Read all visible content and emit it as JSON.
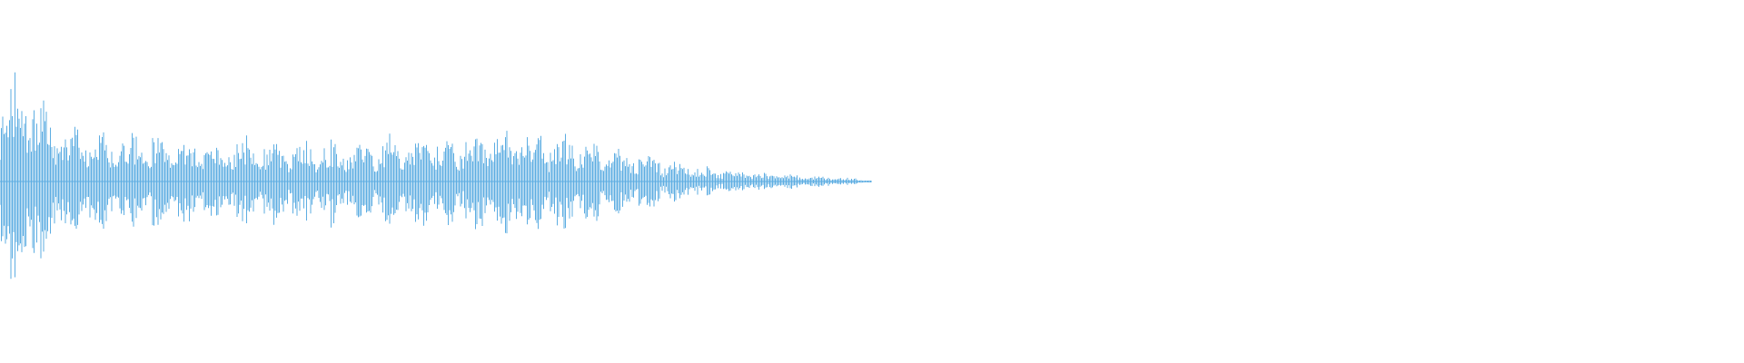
{
  "waveform": {
    "color": "#5DADE2",
    "background": "#FFFFFF",
    "envelope": [
      [
        0.0,
        0.92
      ],
      [
        0.004,
        0.96
      ],
      [
        0.01,
        0.99
      ],
      [
        0.016,
        0.93
      ],
      [
        0.022,
        0.78
      ],
      [
        0.03,
        0.55
      ],
      [
        0.045,
        0.48
      ],
      [
        0.07,
        0.42
      ],
      [
        0.1,
        0.4
      ],
      [
        0.14,
        0.38
      ],
      [
        0.17,
        0.36
      ],
      [
        0.2,
        0.38
      ],
      [
        0.24,
        0.4
      ],
      [
        0.28,
        0.45
      ],
      [
        0.3,
        0.47
      ],
      [
        0.33,
        0.4
      ],
      [
        0.36,
        0.3
      ],
      [
        0.38,
        0.2
      ],
      [
        0.4,
        0.14
      ],
      [
        0.42,
        0.1
      ],
      [
        0.44,
        0.08
      ],
      [
        0.47,
        0.05
      ],
      [
        0.49,
        0.03
      ],
      [
        0.5,
        0.0
      ],
      [
        1.0,
        0.0
      ]
    ]
  }
}
